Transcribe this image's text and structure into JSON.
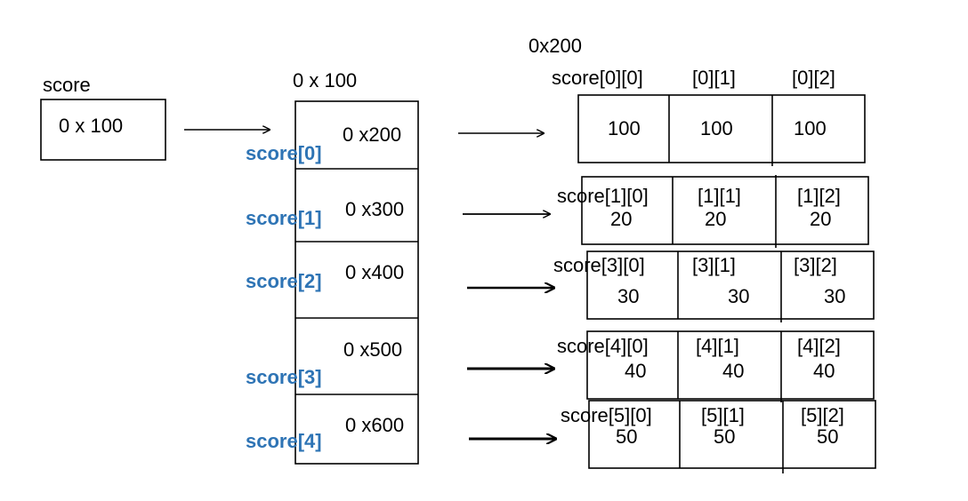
{
  "pointer": {
    "name": "score",
    "value": "0 x 100"
  },
  "row_array": {
    "address": "0 x 100",
    "labels": [
      "score[0]",
      "score[1]",
      "score[2]",
      "score[3]",
      "score[4]"
    ],
    "values": [
      "0 x200",
      "0 x300",
      "0 x400",
      "0 x500",
      "0 x600"
    ]
  },
  "first_row_address": "0x200",
  "rows": [
    {
      "labels": [
        "score[0][0]",
        "[0][1]",
        "[0][2]"
      ],
      "values": [
        "100",
        "100",
        "100"
      ]
    },
    {
      "labels": [
        "score[1][0]",
        "[1][1]",
        "[1][2]"
      ],
      "values": [
        "20",
        "20",
        "20"
      ]
    },
    {
      "labels": [
        "score[3][0]",
        "[3][1]",
        "[3][2]"
      ],
      "values": [
        "30",
        "30",
        "30"
      ]
    },
    {
      "labels": [
        "score[4][0]",
        "[4][1]",
        "[4][2]"
      ],
      "values": [
        "40",
        "40",
        "40"
      ]
    },
    {
      "labels": [
        "score[5][0]",
        "[5][1]",
        "[5][2]"
      ],
      "values": [
        "50",
        "50",
        "50"
      ]
    }
  ]
}
